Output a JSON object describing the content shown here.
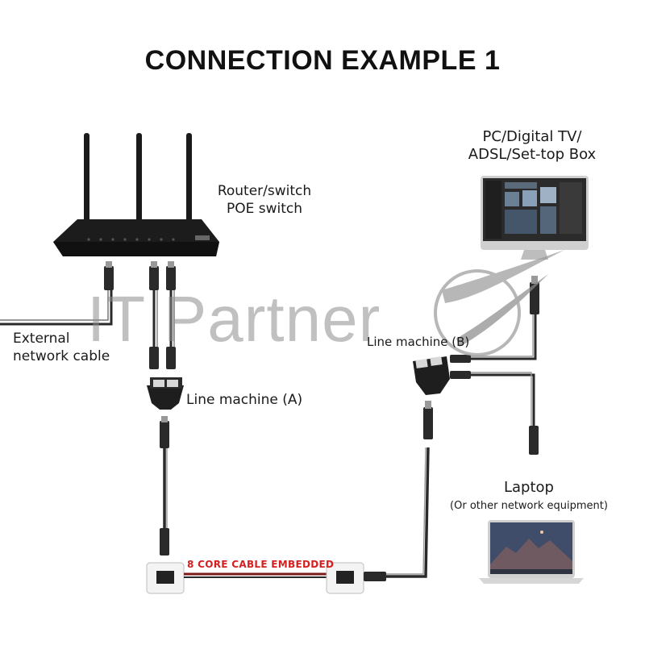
{
  "title": "CONNECTION EXAMPLE 1",
  "watermark": "IT Partner",
  "labels": {
    "router_line1": "Router/switch",
    "router_line2": "POE switch",
    "pc_line1": "PC/Digital TV/",
    "pc_line2": "ADSL/Set-top Box",
    "external_line1": "External",
    "external_line2": "network cable",
    "line_machine_a": "Line machine (A)",
    "line_machine_b": "Line machine (B)",
    "laptop": "Laptop",
    "laptop_sub": "(Or other network equipment)",
    "cable_embedded": "8 CORE CABLE EMBEDDED"
  },
  "colors": {
    "cable": "#2a2a2a",
    "cable_highlight": "#8a8a8a",
    "router_body": "#1c1c1c",
    "red_cable": "#c8202a",
    "accent_label": "#d42020"
  }
}
